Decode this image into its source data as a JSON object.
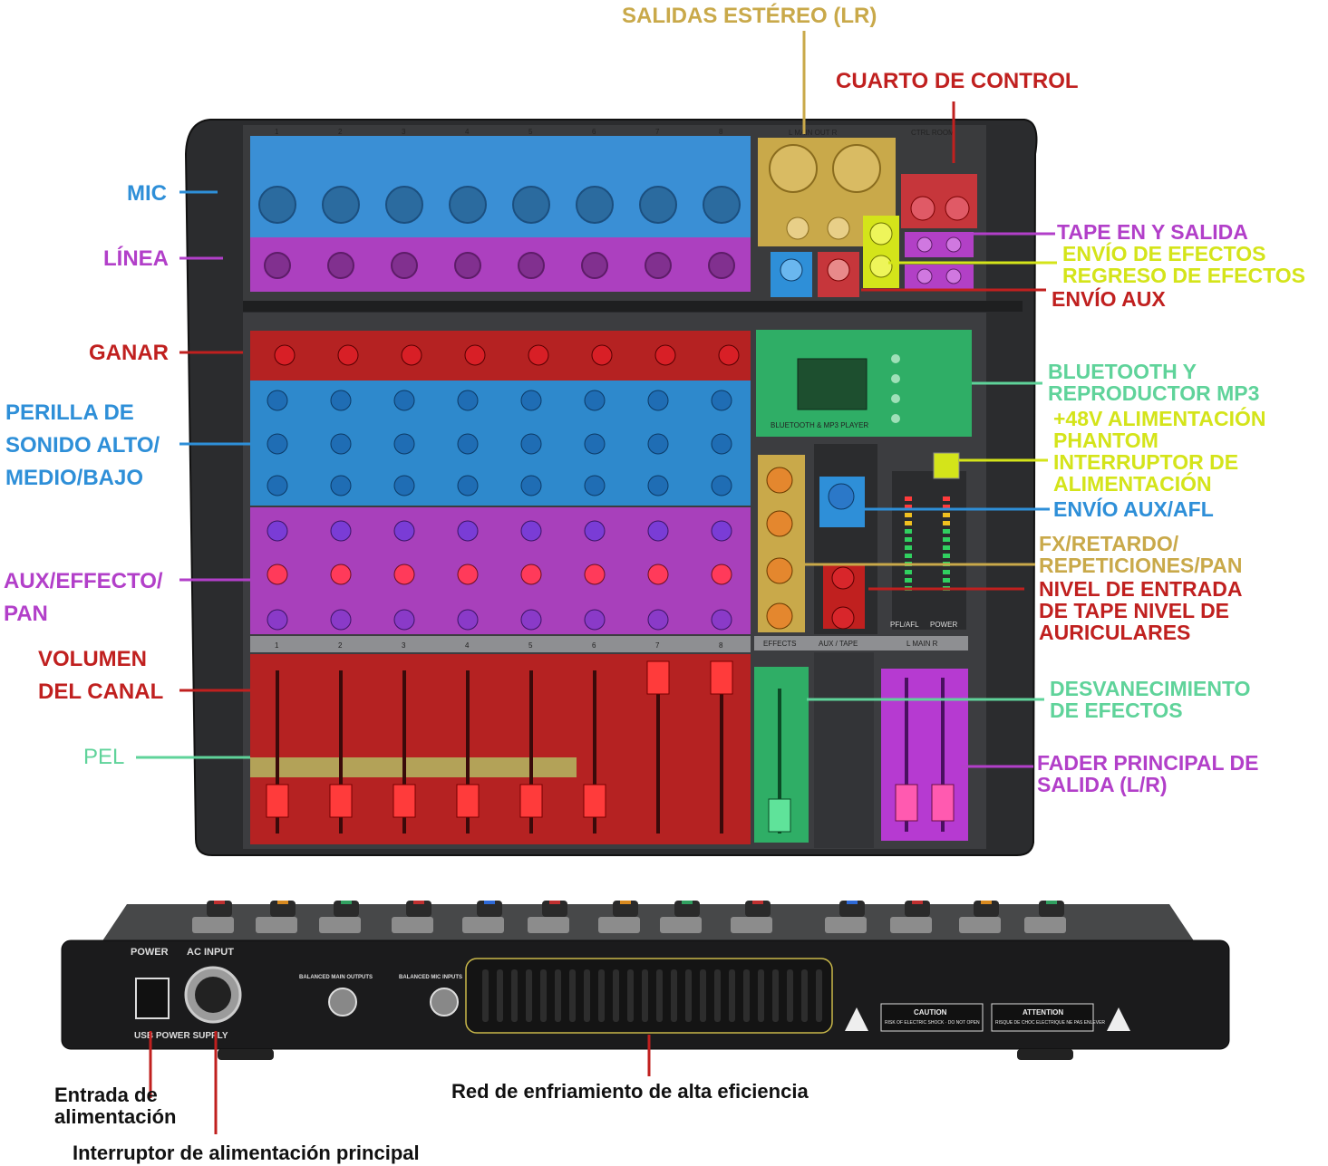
{
  "colors": {
    "gold": "#c9a94a",
    "red": "#c0201f",
    "blue": "#2e8fd8",
    "magenta": "#b23fc9",
    "lime": "#d4e41a",
    "green": "#5fd39a",
    "olive": "#b3b862"
  },
  "mixer": {
    "channel_numbers": [
      "1",
      "2",
      "3",
      "4",
      "5",
      "6",
      "7",
      "8"
    ],
    "main_out_label": "L MAIN OUT R",
    "ctrl_room_label": "CTRL ROOM",
    "bt_panel_label": "BLUETOOTH & MP3 PLAYER",
    "effects_label": "EFFECTS",
    "aux_tape_label": "AUX / TAPE",
    "main_label": "L MAIN R",
    "pfl_label": "PFL/AFL",
    "power_led_label": "POWER"
  },
  "rear": {
    "power_label": "POWER",
    "ac_input_label": "AC INPUT",
    "usb_label": "USB POWER SUPPLY",
    "balanced_main": "BALANCED MAIN OUTPUTS",
    "balanced_mic": "BALANCED MIC INPUTS",
    "caution": "CAUTION",
    "caution_sub": "RISK OF ELECTRIC SHOCK · DO NOT OPEN",
    "attention": "ATTENTION",
    "attention_sub": "RISQUE DE CHOC ELECTRIQUE NE PAS ENLEVER"
  },
  "labels": {
    "salidas_estereo": "SALIDAS ESTÉREO (LR)",
    "cuarto_control": "CUARTO DE CONTROL",
    "mic": "MIC",
    "linea": "LÍNEA",
    "ganar": "GANAR",
    "perilla_1": "PERILLA DE",
    "perilla_2": "SONIDO ALTO/",
    "perilla_3": "MEDIO/BAJO",
    "aux_1": "AUX/EFFECTO/",
    "aux_2": "PAN",
    "volumen_1": "VOLUMEN",
    "volumen_2": "DEL CANAL",
    "pel": "PEL",
    "tape": "TAPE EN Y SALIDA",
    "envio_efectos": "ENVÍO DE EFECTOS",
    "regreso_efectos": "REGRESO DE EFECTOS",
    "envio_aux": "ENVÍO AUX",
    "bt_1": "BLUETOOTH Y",
    "bt_2": "REPRODUCTOR MP3",
    "phantom_1": "+48V ALIMENTACIÓN",
    "phantom_2": "PHANTOM",
    "phantom_3": "INTERRUPTOR DE",
    "phantom_4": "ALIMENTACIÓN",
    "aux_afl": "ENVÍO AUX/AFL",
    "fx_1": "FX/RETARDO/",
    "fx_2": "REPETICIONES/PAN",
    "nivel_1": "NIVEL DE ENTRADA",
    "nivel_2": "DE TAPE NIVEL DE",
    "nivel_3": "AURICULARES",
    "desv_1": "DESVANECIMIENTO",
    "desv_2": "DE EFECTOS",
    "fader_1": "FADER PRINCIPAL DE",
    "fader_2": "SALIDA (L/R)",
    "entrada_1": "Entrada de",
    "entrada_2": "alimentación",
    "red_enfriamiento": "Red de enfriamiento de alta eficiencia",
    "interruptor": "Interruptor de alimentación principal"
  }
}
